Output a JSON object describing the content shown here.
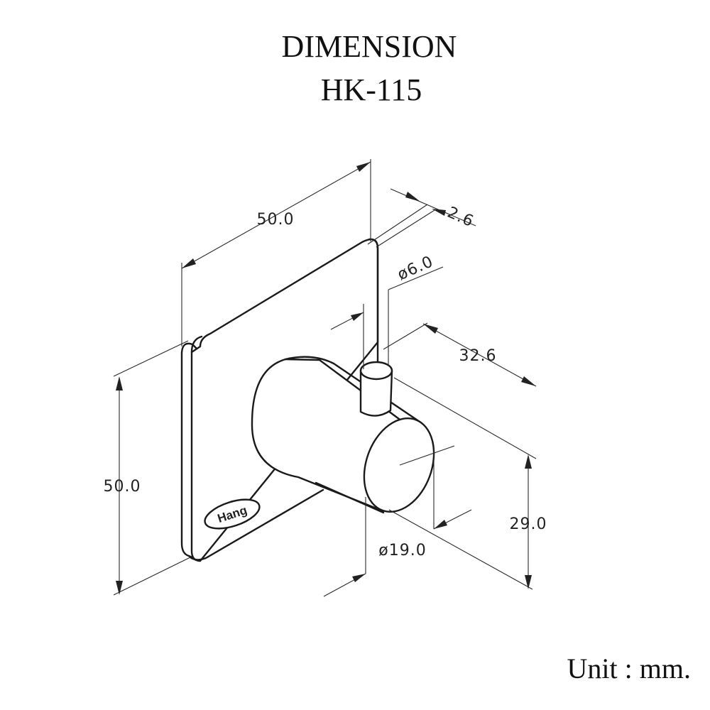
{
  "header": {
    "title": "DIMENSION",
    "model": "HK-115"
  },
  "footer": {
    "unit": "Unit : mm."
  },
  "logo": {
    "text": "Hang"
  },
  "dimensions": {
    "plate_width": "50.0",
    "plate_height": "50.0",
    "plate_thickness": "2.6",
    "pin_diameter": "ø6.0",
    "projection": "32.6",
    "barrel_offset": "29.0",
    "barrel_diameter": "ø19.0"
  }
}
